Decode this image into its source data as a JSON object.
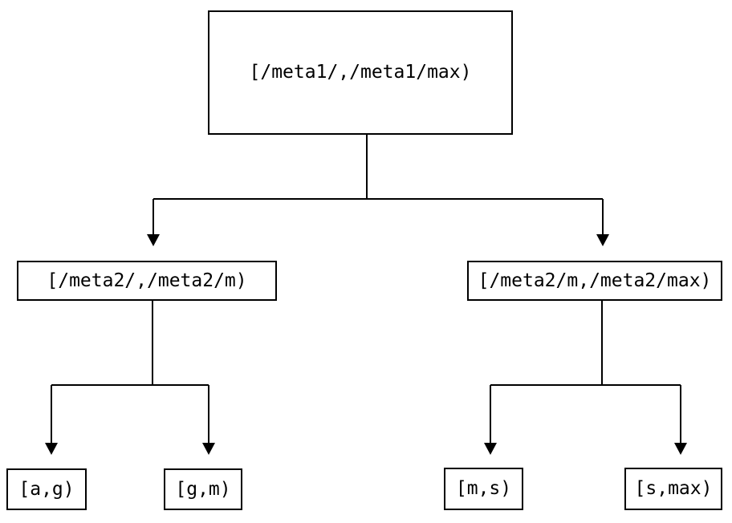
{
  "diagram": {
    "type": "tree",
    "description": "Binary partition tree of key intervals",
    "colors": {
      "background": "#ffffff",
      "line": "#000000",
      "box_border": "#000000",
      "text": "#000000"
    },
    "nodes": {
      "root": {
        "label": "[/meta1/,/meta1/max)"
      },
      "left_mid": {
        "label": "[/meta2/,/meta2/m)"
      },
      "right_mid": {
        "label": "[/meta2/m,/meta2/max)"
      },
      "leaf_ag": {
        "label": "[a,g)"
      },
      "leaf_gm": {
        "label": "[g,m)"
      },
      "leaf_ms": {
        "label": "[m,s)"
      },
      "leaf_smax": {
        "label": "[s,max)"
      }
    },
    "edges": [
      {
        "from": "root",
        "to": "left_mid"
      },
      {
        "from": "root",
        "to": "right_mid"
      },
      {
        "from": "left_mid",
        "to": "leaf_ag"
      },
      {
        "from": "left_mid",
        "to": "leaf_gm"
      },
      {
        "from": "right_mid",
        "to": "leaf_ms"
      },
      {
        "from": "right_mid",
        "to": "leaf_smax"
      }
    ]
  }
}
